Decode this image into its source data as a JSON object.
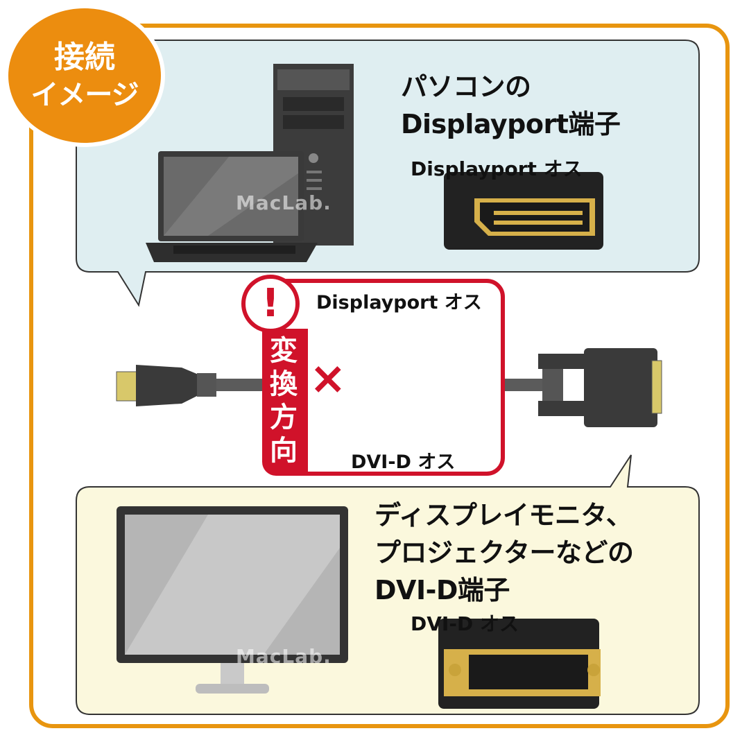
{
  "badge": {
    "line1": "接続",
    "line2": "イメージ"
  },
  "top_section": {
    "heading_line1": "パソコンの",
    "heading_line2": "Displayport端子",
    "connector_label": "Displayport オス",
    "watermark": "MacLab."
  },
  "middle_section": {
    "warning_mark": "!",
    "direction_label": "変換方向",
    "top_connector_label": "Displayport オス",
    "bottom_connector_label": "DVI-D オス",
    "prohibited_mark": "×"
  },
  "bottom_section": {
    "heading_line1": "ディスプレイモニタ、",
    "heading_line2": "プロジェクターなどの",
    "heading_line3": "DVI-D端子",
    "connector_label": "DVI-D オス",
    "watermark": "MacLab."
  },
  "colors": {
    "frame_orange": "#e8950f",
    "badge_orange": "#ec8d0f",
    "top_bubble": "#dfeef1",
    "bottom_bubble": "#fbf8dd",
    "warning_red": "#d0122a",
    "connector_gold": "#d6b04a"
  },
  "icons": {
    "computer": "desktop-tower-icon",
    "laptop": "laptop-icon",
    "monitor": "monitor-icon",
    "cable": "cable-icon",
    "warning": "exclamation-icon",
    "prohibited": "cross-icon",
    "arrow": "curved-arrow-icon"
  }
}
